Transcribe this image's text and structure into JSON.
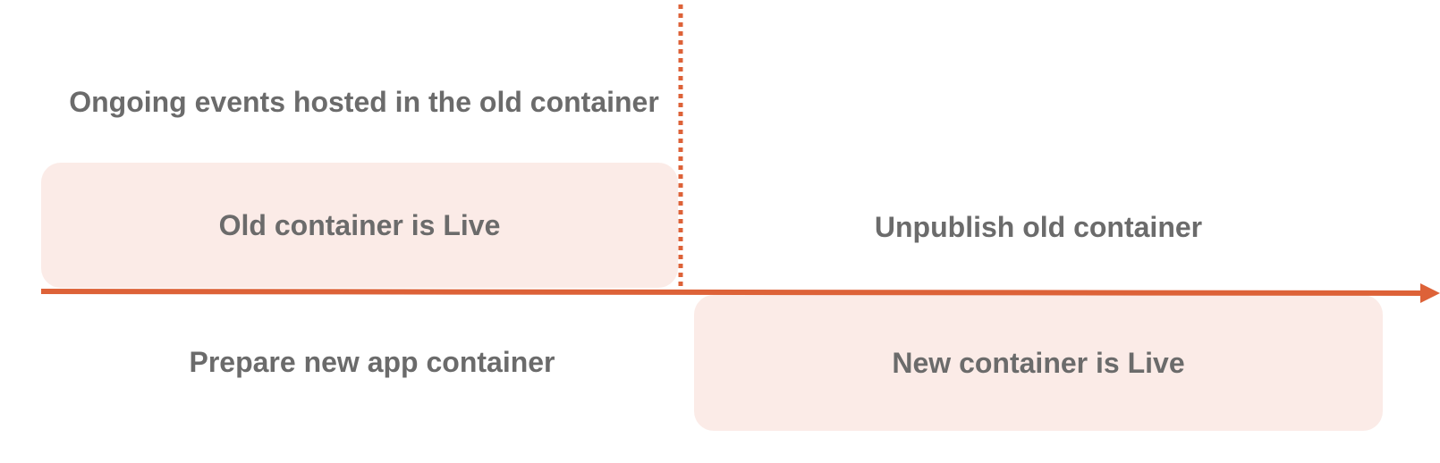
{
  "colors": {
    "accent": "#dd6238",
    "box_fill": "#fbebe7",
    "text": "#6b6b6b",
    "background": "#ffffff"
  },
  "diagram": {
    "top_note": "Ongoing events hosted in the old container",
    "old_container_box": "Old container is Live",
    "unpublish_note": "Unpublish old container",
    "prepare_note": "Prepare new app container",
    "new_container_box": "New container is Live"
  },
  "icons": {
    "timeline_arrow": "arrow-right-icon",
    "cutover_marker": "dotted-vertical-divider"
  }
}
